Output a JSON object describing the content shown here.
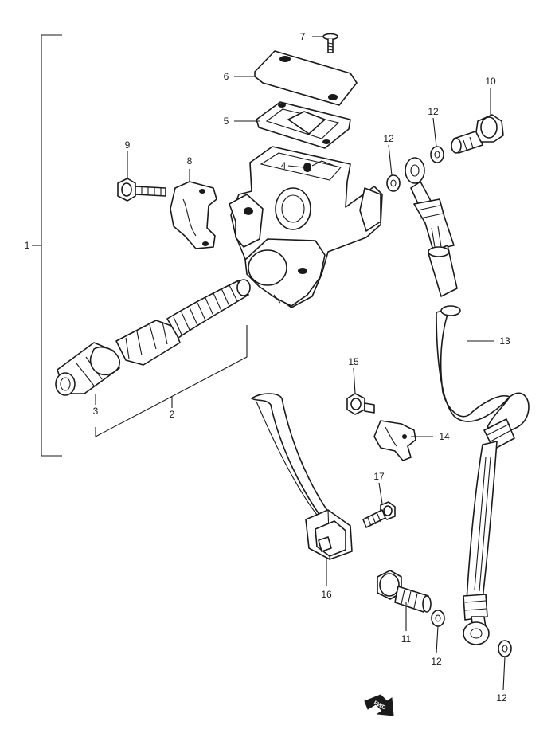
{
  "callouts": {
    "c1": "1",
    "c2": "2",
    "c3": "3",
    "c4": "4",
    "c5": "5",
    "c6": "6",
    "c7": "7",
    "c8": "8",
    "c9": "9",
    "c10": "10",
    "c11": "11",
    "c12a": "12",
    "c12b": "12",
    "c12c": "12",
    "c12d": "12",
    "c13": "13",
    "c14": "14",
    "c15": "15",
    "c16": "16",
    "c17": "17"
  },
  "fwd_label": "FWD",
  "icons": {
    "fwd": "forward-arrow-icon"
  }
}
